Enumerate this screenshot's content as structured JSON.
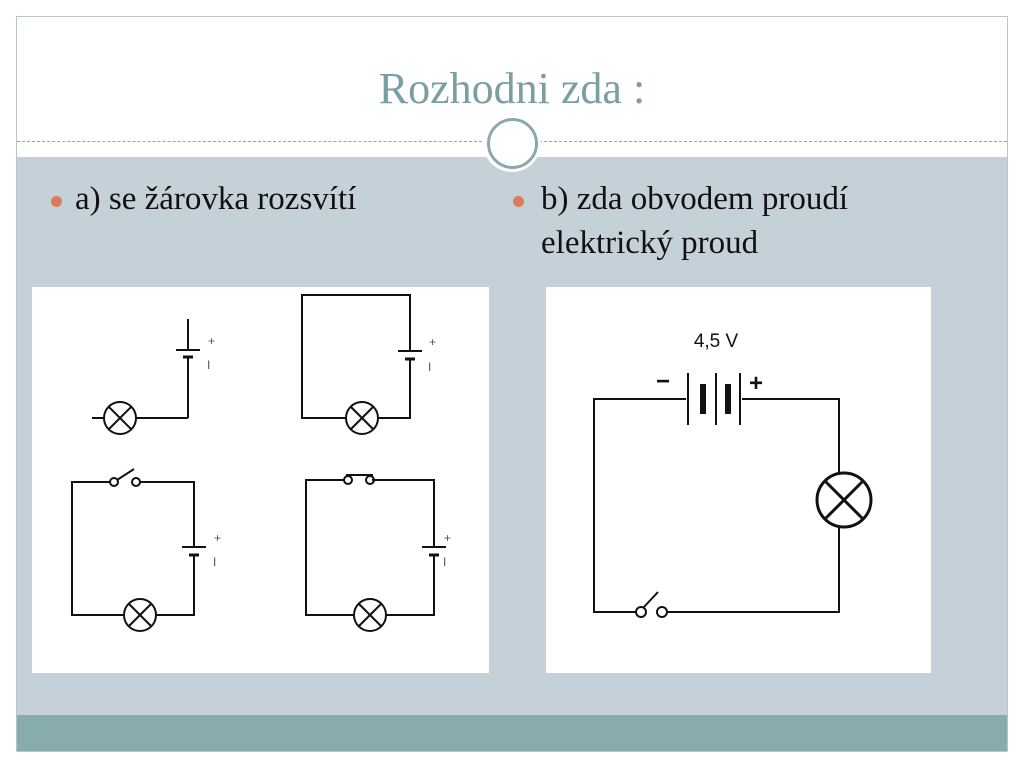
{
  "slide": {
    "title": "Rozhodni zda :"
  },
  "bullets": {
    "left": {
      "text": "a) se žárovka rozsvítí"
    },
    "right": {
      "line1": "b) zda obvodem proudí",
      "line2": "elektrický proud"
    }
  },
  "left_figure": {
    "battery_plus": "+",
    "battery_minus": "I"
  },
  "right_figure": {
    "voltage_label": "4,5 V",
    "minus_label": "−",
    "plus_label": "+"
  },
  "colors": {
    "title": "#7b9ea3",
    "content_background": "#c5d1d8",
    "footer": "#88abab",
    "bullet": "#d87d5c",
    "ring": "#8aa9ad"
  }
}
